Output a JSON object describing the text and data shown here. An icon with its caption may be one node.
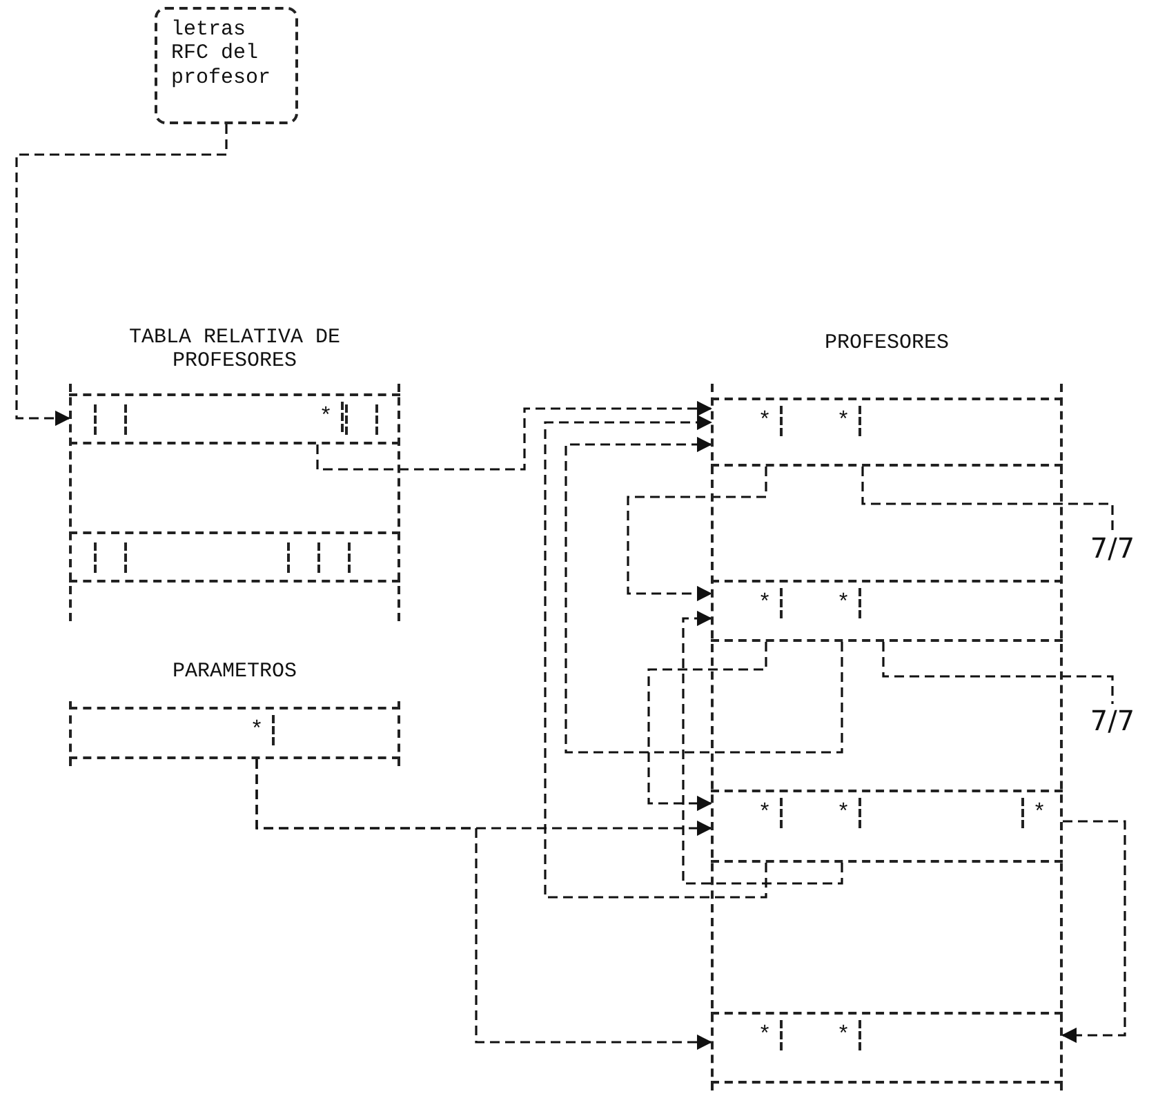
{
  "diagram": {
    "nodes": [
      {
        "text": [
          "letras RFC del profesor"
        ]
      },
      {
        "text": [
          "TABLA RELATIVA DE PROFESORES"
        ]
      },
      {
        "text": [
          "*"
        ],
        "in": 1
      },
      {
        "text": [],
        "shape": "box",
        "in": 1
      },
      {
        "text": [
          "PARAMETROS"
        ]
      },
      {
        "text": [
          "*"
        ],
        "in": 4
      },
      {
        "text": [
          "PROFESORES"
        ]
      },
      {
        "text": [
          "*",
          "*"
        ],
        "in": 6
      },
      {
        "text": [
          "*",
          "*"
        ],
        "in": 6
      },
      {
        "text": [
          "*",
          "*",
          "*"
        ],
        "in": 6
      },
      {
        "text": [
          "*",
          "*"
        ],
        "in": 6
      },
      {
        "text": [
          "7/7"
        ]
      },
      {
        "text": [
          "7/7"
        ]
      }
    ],
    "edges": [
      {
        "from": 0,
        "to": 2,
        "arrow": "to",
        "style": "dashed"
      },
      {
        "from": 2,
        "to": 7,
        "arrow": "to",
        "style": "dashed"
      },
      {
        "from": 7,
        "to": 8,
        "arrow": "to",
        "style": "dashed"
      },
      {
        "from": 7,
        "to": 11,
        "arrow": "none",
        "style": "dashed"
      },
      {
        "from": 8,
        "to": 7,
        "arrow": "to",
        "style": "dashed"
      },
      {
        "from": 8,
        "to": 9,
        "arrow": "to",
        "style": "dashed"
      },
      {
        "from": 8,
        "to": 12,
        "arrow": "none",
        "style": "dashed"
      },
      {
        "from": 9,
        "to": 7,
        "arrow": "to",
        "style": "dashed"
      },
      {
        "from": 9,
        "to": 8,
        "arrow": "to",
        "style": "dashed"
      },
      {
        "from": 5,
        "to": 9,
        "arrow": "to",
        "style": "dashed"
      },
      {
        "from": 5,
        "to": 10,
        "arrow": "to",
        "style": "dashed"
      },
      {
        "from": 9,
        "to": 10,
        "arrow": "to",
        "style": "dashed"
      }
    ]
  }
}
